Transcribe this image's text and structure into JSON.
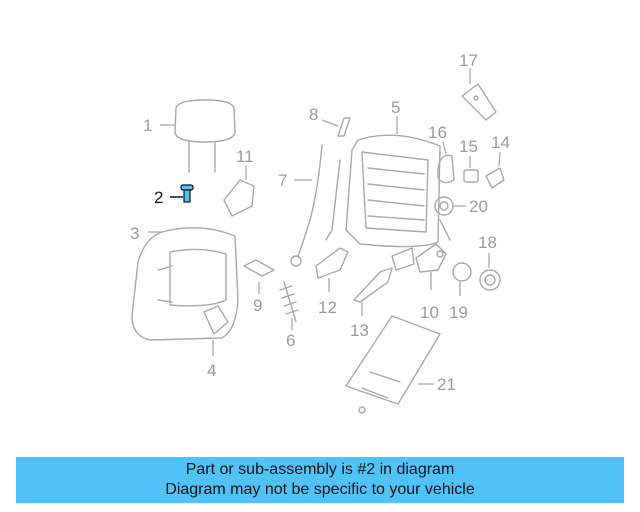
{
  "diagram": {
    "callouts": {
      "1": "1",
      "2": "2",
      "3": "3",
      "4": "4",
      "5": "5",
      "6": "6",
      "7": "7",
      "8": "8",
      "9": "9",
      "10": "10",
      "11": "11",
      "12": "12",
      "13": "13",
      "14": "14",
      "15": "15",
      "16": "16",
      "17": "17",
      "18": "18",
      "19": "19",
      "20": "20",
      "21": "21"
    },
    "highlight_color": "#4fc3f7",
    "line_color": "#a8a8a8"
  },
  "banner": {
    "line1": "Part or sub-assembly is #2 in diagram",
    "line2": "Diagram may not be specific to your vehicle",
    "background": "#4fc3f7"
  }
}
